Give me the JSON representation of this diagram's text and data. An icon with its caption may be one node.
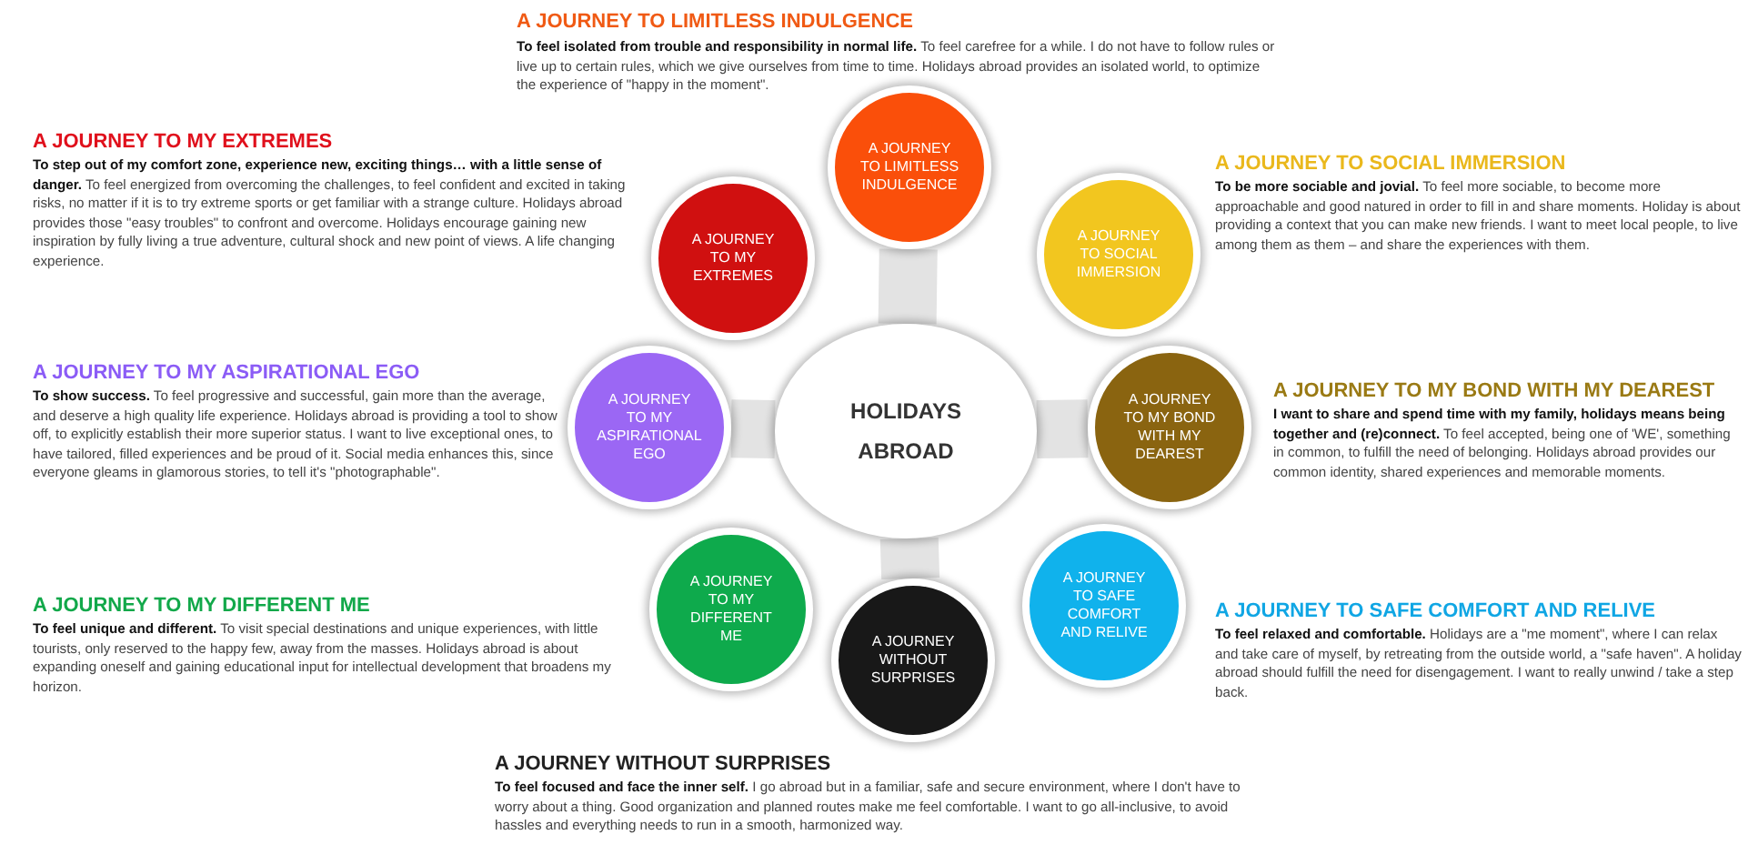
{
  "diagram": {
    "nodes": [
      {
        "text": [
          "A JOURNEY TO LIMITLESS INDULGENCE"
        ]
      },
      {
        "text": [
          "A JOURNEY TO MY EXTREMES"
        ]
      },
      {
        "text": [
          "A JOURNEY TO SOCIAL IMMERSION"
        ]
      },
      {
        "text": [
          "A JOURNEY TO MY ASPIRATIONAL EGO"
        ]
      },
      {
        "text": [
          "HOLIDAYS ABROAD"
        ]
      },
      {
        "text": [
          "A JOURNEY TO MY BOND WITH MY DEAREST"
        ]
      },
      {
        "text": [
          "A JOURNEY TO MY DIFFERENT ME"
        ]
      },
      {
        "text": [
          "A JOURNEY TO SAFE COMFORT AND RELIVE"
        ]
      },
      {
        "text": [
          "A JOURNEY WITHOUT SURPRISES"
        ]
      }
    ],
    "edges": [
      {
        "from": 4,
        "to": 0,
        "arrow": "none"
      },
      {
        "from": 4,
        "to": 3,
        "arrow": "none"
      },
      {
        "from": 4,
        "to": 5,
        "arrow": "none"
      },
      {
        "from": 4,
        "to": 8,
        "arrow": "none"
      }
    ],
    "labels": [
      "A JOURNEY TO LIMITLESS INDULGENCE",
      "**To feel isolated from trouble and responsibility in normal life.** To feel carefree for a while. I do not have to follow rules or live up to certain rules, which we give ourselves from time to time. Holidays abroad provides an isolated world, to optimize the experience of \"happy in the moment\".",
      "A JOURNEY TO MY EXTREMES",
      "**To step out of my comfort zone, experience new, exciting things… with a little sense of danger.** To feel energized from overcoming the challenges, to feel confident and excited in taking risks, no matter if it is to try extreme sports or get familiar with a strange culture. Holidays abroad provides those \"easy troubles\" to confront and overcome. Holidays encourage gaining new inspiration by fully living a true adventure, cultural shock and new point of views. A life changing experience.",
      "A JOURNEY TO SOCIAL IMMERSION",
      "**To be more sociable and jovial.** To feel more sociable, to become more approachable and good natured in order to fill in and share moments. Holiday is about providing a context that you can make new friends. I want to meet local people, to live among them as them – and share the experiences with them.",
      "A JOURNEY TO MY ASPIRATIONAL EGO",
      "**To show success.** To feel progressive and successful, gain more than the average, and deserve a high quality life experience. Holidays abroad is providing a tool to show off, to explicitly establish their more superior status. I want to live exceptional ones, to have tailored, filled experiences and be proud of it. Social media enhances this, since everyone gleams in glamorous stories, to tell it's \"photographable\".",
      "A JOURNEY TO MY BOND WITH MY DEAREST",
      "**I want to share and spend time with my family, holidays means being together and (re)connect.** To feel accepted, being one of 'WE', something in common, to fulfill the need of belonging. Holidays abroad provides our common identity, shared experiences and memorable moments.",
      "A JOURNEY TO MY DIFFERENT ME",
      "**To feel unique and different.** To visit special destinations and unique experiences, with little tourists, only reserved to the happy few, away from the masses. Holidays abroad is about expanding oneself and gaining educational input for intellectual development that broadens my horizon.",
      "A JOURNEY TO SAFE COMFORT AND RELIVE",
      "**To feel relaxed and comfortable.** Holidays are a \"me moment\", where I can relax and take care of myself, by retreating from the outside world, a \"safe haven\". A holiday abroad should fulfill the need for disengagement. I want to really unwind / take a step back.",
      "A JOURNEY WITHOUT SURPRISES",
      "**To feel focused and face the inner self.** I go abroad but in a familiar, safe and secure environment, where I don't have to worry about a thing. Good organization and planned routes make me feel comfortable. I want to go all-inclusive, to avoid hassles and everything needs to run in a smooth, harmonized way."
    ]
  }
}
